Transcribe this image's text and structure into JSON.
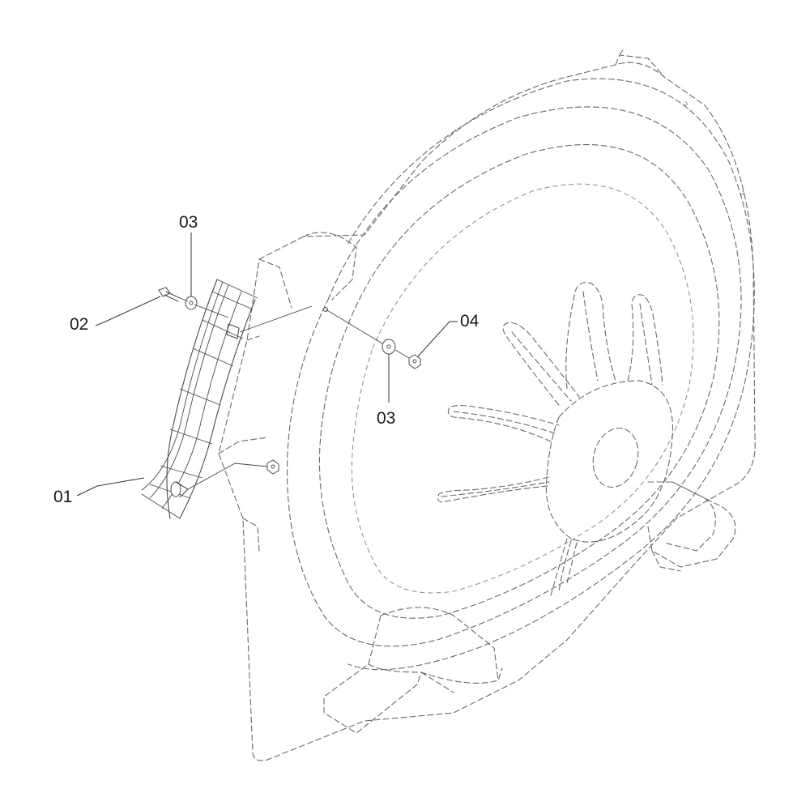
{
  "callouts": {
    "part01": "01",
    "part02": "02",
    "part03_upper": "03",
    "part03_lower": "03",
    "part04": "04"
  }
}
